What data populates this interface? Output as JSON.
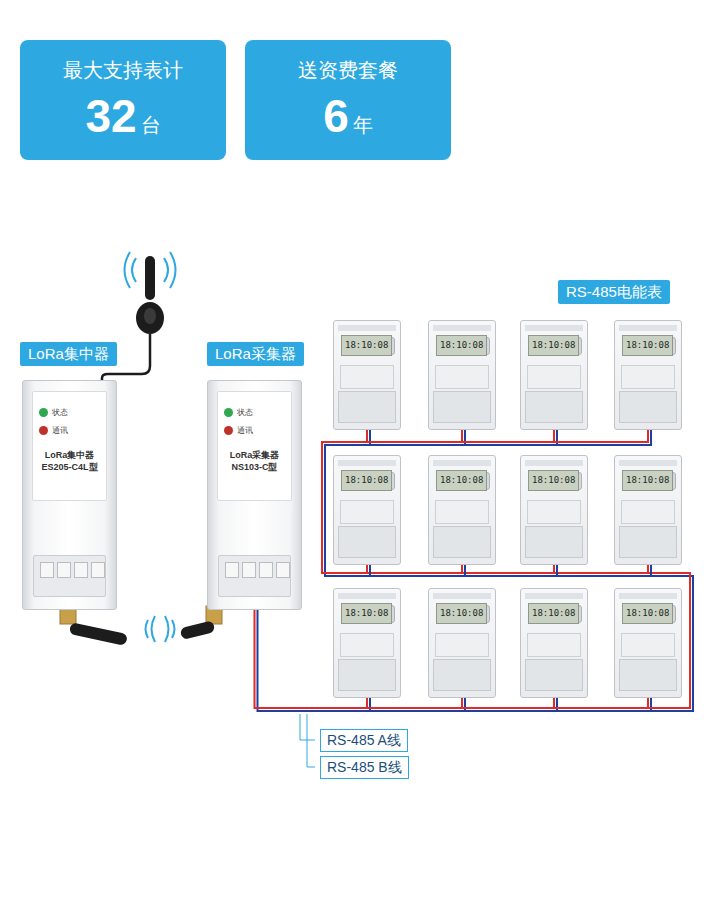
{
  "diagram": {
    "nodes": [
      {
        "text": [
          "最大支持表计",
          "32",
          "台"
        ]
      },
      {
        "text": [
          "送资费套餐",
          "6",
          "年"
        ]
      },
      {
        "text": [
          "LoRa集中器"
        ]
      },
      {
        "text": [
          "状态",
          "通讯",
          "LoRa集中器",
          "ES205-C4L型"
        ]
      },
      {
        "text": [
          "LoRa采集器"
        ]
      },
      {
        "text": [
          "状态",
          "通讯",
          "LoRa采集器",
          "NS103-C型"
        ]
      },
      {
        "text": [
          "RS-485电能表"
        ]
      },
      {
        "text": [
          "18:10:08"
        ]
      },
      {
        "text": [
          "18:10:08"
        ]
      },
      {
        "text": [
          "18:10:08"
        ]
      },
      {
        "text": [
          "18:10:08"
        ]
      },
      {
        "text": [
          "18:10:08"
        ]
      },
      {
        "text": [
          "18:10:08"
        ]
      },
      {
        "text": [
          "18:10:08"
        ]
      },
      {
        "text": [
          "18:10:08"
        ]
      },
      {
        "text": [
          "18:10:08"
        ]
      },
      {
        "text": [
          "18:10:08"
        ]
      },
      {
        "text": [
          "18:10:08"
        ]
      },
      {
        "text": [
          "18:10:08"
        ]
      },
      {
        "text": [
          "RS-485 A线"
        ]
      },
      {
        "text": [
          "RS-485 B线"
        ]
      }
    ],
    "edges": [
      {
        "from": 5,
        "to": 15,
        "arrow": "none"
      },
      {
        "from": 15,
        "to": 16,
        "arrow": "none"
      },
      {
        "from": 16,
        "to": 17,
        "arrow": "none"
      },
      {
        "from": 17,
        "to": 18,
        "arrow": "none"
      },
      {
        "from": 18,
        "to": 14,
        "arrow": "none"
      },
      {
        "from": 14,
        "to": 13,
        "arrow": "none"
      },
      {
        "from": 13,
        "to": 12,
        "arrow": "none"
      },
      {
        "from": 12,
        "to": 11,
        "arrow": "none"
      },
      {
        "from": 11,
        "to": 7,
        "arrow": "none"
      },
      {
        "from": 7,
        "to": 8,
        "arrow": "none"
      },
      {
        "from": 8,
        "to": 9,
        "arrow": "none"
      },
      {
        "from": 9,
        "to": 10,
        "arrow": "none"
      }
    ]
  }
}
